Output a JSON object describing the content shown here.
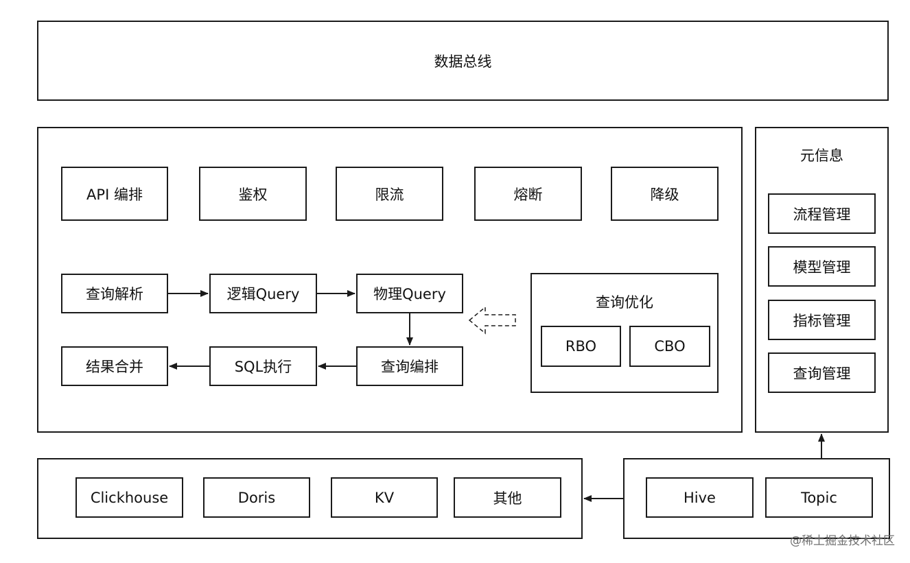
{
  "bus": {
    "label": "数据总线"
  },
  "gateway": {
    "items": [
      "API 编排",
      "鉴权",
      "限流",
      "熔断",
      "降级"
    ]
  },
  "pipeline": {
    "parse": "查询解析",
    "logical": "逻辑Query",
    "physical": "物理Query",
    "orchestrate": "查询编排",
    "sql_exec": "SQL执行",
    "merge": "结果合并"
  },
  "optimizer": {
    "title": "查询优化",
    "rbo": "RBO",
    "cbo": "CBO"
  },
  "metadata": {
    "title": "元信息",
    "items": [
      "流程管理",
      "模型管理",
      "指标管理",
      "查询管理"
    ]
  },
  "engines": [
    "Clickhouse",
    "Doris",
    "KV",
    "其他"
  ],
  "sources": [
    "Hive",
    "Topic"
  ],
  "watermark": "@稀土掘金技术社区",
  "colors": {
    "line": "#1a1a1a",
    "background": "#ffffff",
    "watermark": "#6f6f6f"
  }
}
